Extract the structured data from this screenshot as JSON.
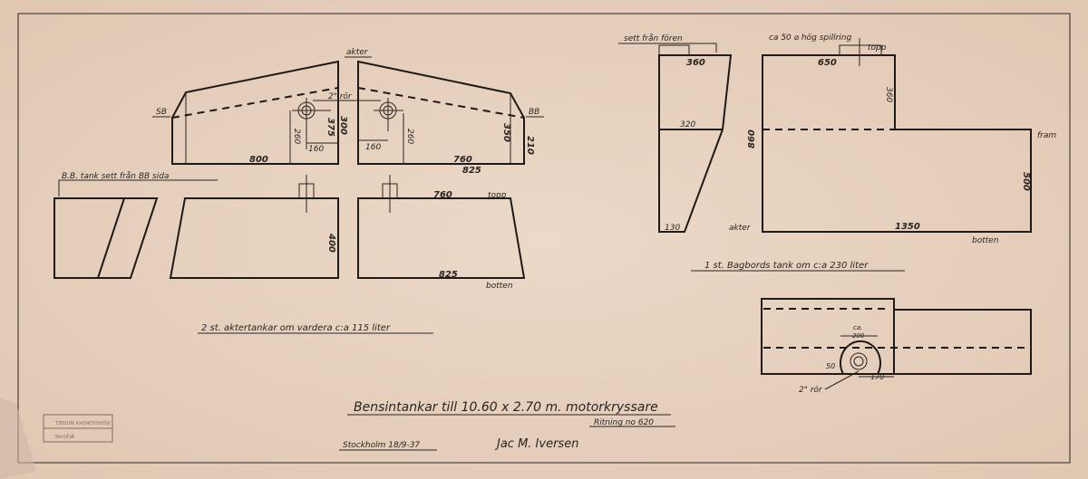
{
  "drawing": {
    "title": "Bensintankar till 10.60 x 2.70 m. motorkryssare",
    "drawing_number": "Ritning no 620",
    "place_date": "Stockholm 18/9-37",
    "signature": "Jac M. Iversen",
    "stamp": {
      "line1": "SJÖHISTORISKA MUSEET",
      "line2": "Arkivet"
    }
  },
  "aft_tanks": {
    "label_aft": "akter",
    "label_sb": "SB",
    "label_bb": "BB",
    "pipe_label": "2\" rör",
    "dims_top": {
      "sb_length": "800",
      "bb_top": "760",
      "bb_bottom": "825",
      "offset_left": "160",
      "offset_right": "160",
      "height_pipe_left": "260",
      "height_pipe_right": "260",
      "h375": "375",
      "h300": "300",
      "h350": "350",
      "h210": "210"
    },
    "side_label": "B.B. tank sett från BB sida",
    "dims_bottom": {
      "height": "400",
      "top": "760",
      "top_label": "topp",
      "bottom": "825",
      "bottom_label": "botten"
    },
    "caption": "2 st. aktertankar om vardera c:a 115 liter"
  },
  "port_tank": {
    "front_label": "sett från fören",
    "front_dims": {
      "top": "360",
      "mid": "320",
      "bottom": "130"
    },
    "spill_label": "ca 50 ⌀ hög spillring",
    "topp_label": "topp",
    "side_dims": {
      "top": "650",
      "step": "360",
      "height": "860",
      "fwd_height": "500",
      "length": "1350"
    },
    "label_fwd": "fram",
    "label_aft": "akter",
    "label_bottom": "botten",
    "caption": "1 st. Bagbords tank om c:a 230 liter",
    "plan_dims": {
      "diameter_label": "ca.",
      "diameter": "200",
      "offset": "50",
      "from_edge": "170",
      "pipe": "2\" rör"
    }
  }
}
